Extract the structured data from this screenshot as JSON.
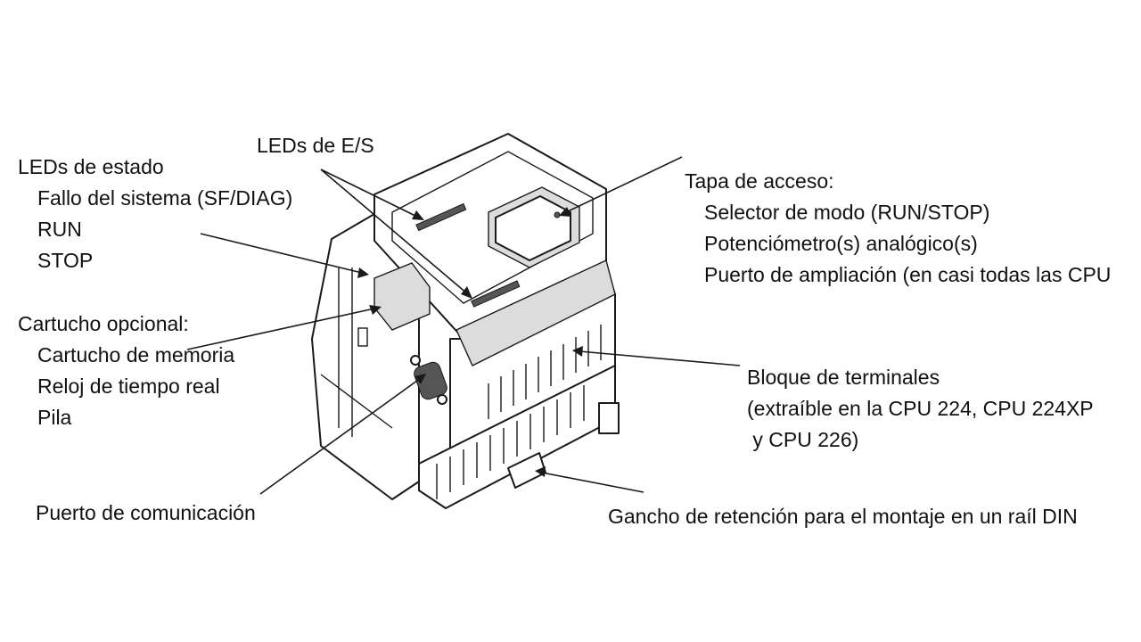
{
  "diagram": {
    "status_leds": {
      "heading": "LEDs de estado",
      "items": [
        "Fallo del sistema (SF/DIAG)",
        "RUN",
        "STOP"
      ]
    },
    "io_leds": {
      "heading": "LEDs de E/S"
    },
    "cartridge": {
      "heading": "Cartucho opcional:",
      "items": [
        "Cartucho de memoria",
        "Reloj de tiempo real",
        "Pila"
      ]
    },
    "comm_port": {
      "heading": "Puerto de comunicación"
    },
    "access_cover": {
      "heading": "Tapa de acceso:",
      "items": [
        "Selector de modo (RUN/STOP)",
        "Potenciómetro(s) analógico(s)",
        "Puerto de ampliación (en casi todas las CPU"
      ]
    },
    "terminal_block": {
      "heading": "Bloque de terminales",
      "items": [
        "(extraíble en la CPU 224, CPU 224XP",
        " y CPU 226)"
      ]
    },
    "din_hook": {
      "heading": "Gancho de retención para el montaje en un raíl DIN"
    }
  }
}
